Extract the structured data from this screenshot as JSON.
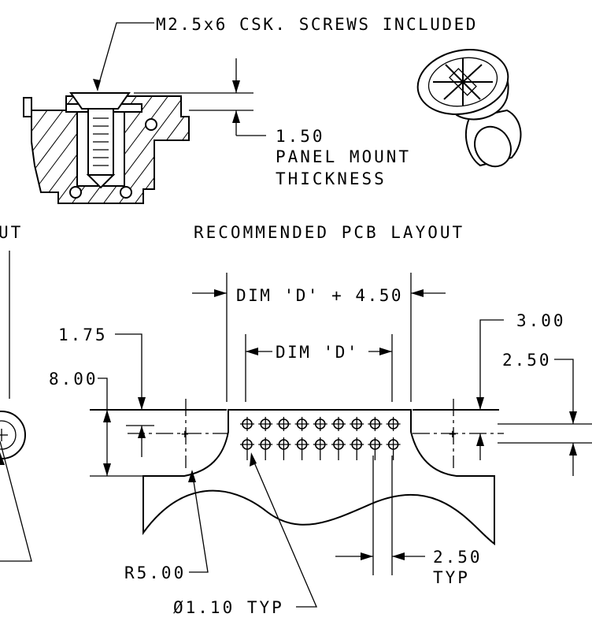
{
  "labels": {
    "screws_note": "M2.5x6 CSK. SCREWS INCLUDED",
    "panel_thickness_value": "1.50",
    "panel_thickness_line1": "PANEL MOUNT",
    "panel_thickness_line2": "THICKNESS",
    "left_cut_title": "UT",
    "pcb_layout_title": "RECOMMENDED PCB LAYOUT"
  },
  "dimensions": {
    "dim_d_plus": "DIM 'D' + 4.50",
    "dim_d": "DIM 'D'",
    "dim_1_75": "1.75",
    "dim_8_00": "8.00",
    "dim_3_00": "3.00",
    "dim_2_50_right": "2.50",
    "dim_2_50_typ_value": "2.50",
    "dim_2_50_typ_suffix": "TYP",
    "radius": "R5.00",
    "hole_diameter": "Ø1.10 TYP"
  },
  "pads": {
    "columns": 9,
    "rows": 2
  }
}
